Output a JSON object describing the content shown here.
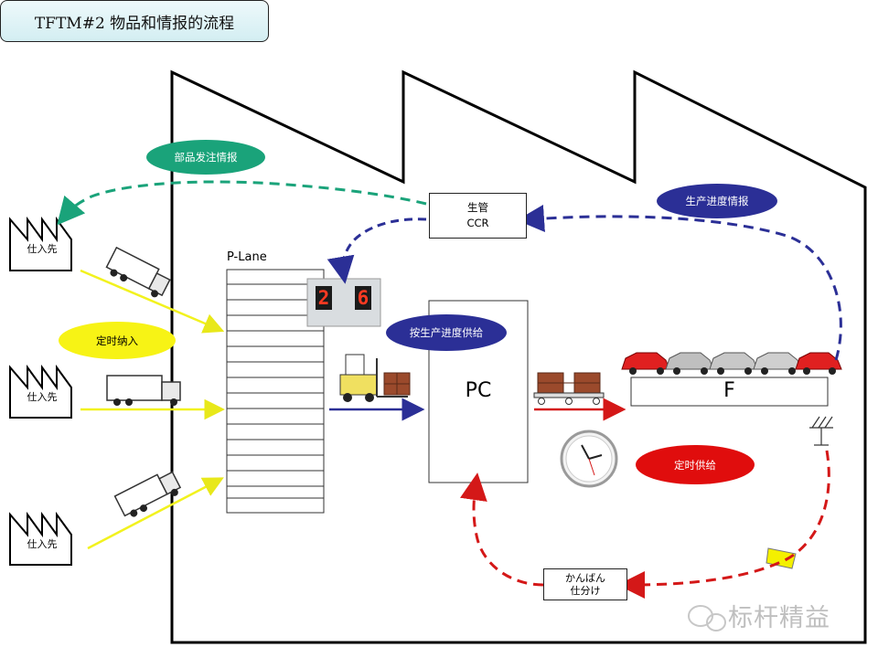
{
  "title": "TFTM#2 物品和情报的流程",
  "flows": {
    "parts_order_info": "部品发注情报",
    "production_progress_info": "生产进度情报",
    "supply_by_progress": "按生产进度供给",
    "timed_receiving": "定时纳入",
    "timed_supply": "定时供给"
  },
  "nodes": {
    "supplier": "仕入先",
    "production_control": [
      "生管",
      "CCR"
    ],
    "p_lane": "P-Lane",
    "pc": "PC",
    "f": "F",
    "kanban_sorting": [
      "かんばん",
      "仕分け"
    ]
  },
  "counter": {
    "left_digit": "2",
    "right_digit": "6"
  },
  "watermark": "标杆精益",
  "colors": {
    "green_flow": "#1aa37a",
    "blue_flow": "#2b2f96",
    "red_flow": "#d41818",
    "yellow_flow": "#f2f21e",
    "car_red": "#e02020"
  }
}
